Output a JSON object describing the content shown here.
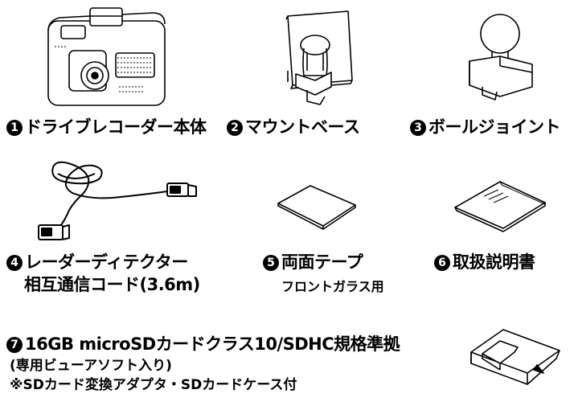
{
  "items": [
    {
      "num": "1",
      "label": "ドライブレコーダー本体"
    },
    {
      "num": "2",
      "label": "マウントベース"
    },
    {
      "num": "3",
      "label": "ボールジョイント"
    },
    {
      "num": "4",
      "label": "レーダーディテクター",
      "label2": "相互通信コード(3.6m)"
    },
    {
      "num": "5",
      "label": "両面テープ",
      "note": "フロントガラス用"
    },
    {
      "num": "6",
      "label": "取扱説明書"
    },
    {
      "num": "7",
      "label": "16GB microSDカードクラス10/SDHC規格準拠",
      "note": "(専用ビューアソフト入り)",
      "note2": "※SDカード変換アダプタ・SDカードケース付"
    }
  ]
}
